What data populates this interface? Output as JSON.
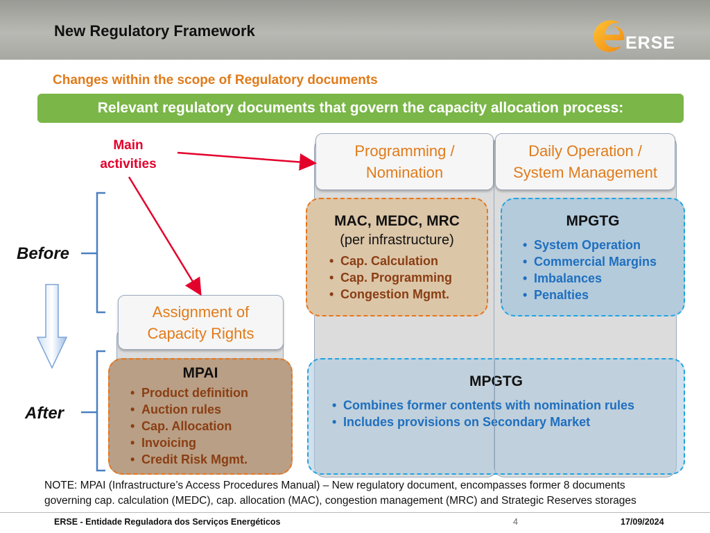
{
  "header": {
    "title": "New Regulatory Framework",
    "logo_text": "ERSE"
  },
  "subtitle": "Changes within the scope of Regulatory documents",
  "banner": "Relevant regulatory documents that govern the capacity allocation process:",
  "annotation": {
    "line1": "Main",
    "line2": "activities"
  },
  "columns": {
    "programming": {
      "line1": "Programming /",
      "line2": "Nomination"
    },
    "daily": {
      "line1": "Daily Operation /",
      "line2": "System Management"
    }
  },
  "assignment": {
    "line1": "Assignment of",
    "line2": "Capacity Rights"
  },
  "labels": {
    "before": "Before",
    "after": "After"
  },
  "before_boxes": {
    "mac": {
      "title": "MAC, MEDC, MRC",
      "sub": "(per infrastructure)",
      "items": [
        "Cap. Calculation",
        "Cap. Programming",
        "Congestion Mgmt."
      ]
    },
    "mpgtg": {
      "title": "MPGTG",
      "items": [
        "System Operation",
        "Commercial Margins",
        "Imbalances",
        "Penalties"
      ]
    }
  },
  "after_boxes": {
    "mpai": {
      "title": "MPAI",
      "items": [
        "Product definition",
        "Auction rules",
        "Cap. Allocation",
        "Invoicing",
        "Credit Risk Mgmt."
      ]
    },
    "mpgtg": {
      "title": "MPGTG",
      "items": [
        "Combines former contents with nomination rules",
        "Includes provisions on Secondary Market"
      ]
    }
  },
  "note": {
    "line1": "NOTE: MPAI (Infrastructure’s Access Procedures Manual) – New regulatory document, encompasses former 8 documents",
    "line2": "governing cap. calculation (MEDC), cap. allocation (MAC), congestion management (MRC) and Strategic Reserves storages"
  },
  "footer": {
    "org": "ERSE - Entidade Reguladora dos Serviços Energéticos",
    "page": "4",
    "date": "17/09/2024"
  },
  "colors": {
    "accent_orange": "#e07b1a",
    "banner_green": "#7ab648",
    "brown_text": "#8a3e14",
    "blue_text": "#1e6fbf",
    "annotation_red": "#e3002b"
  }
}
